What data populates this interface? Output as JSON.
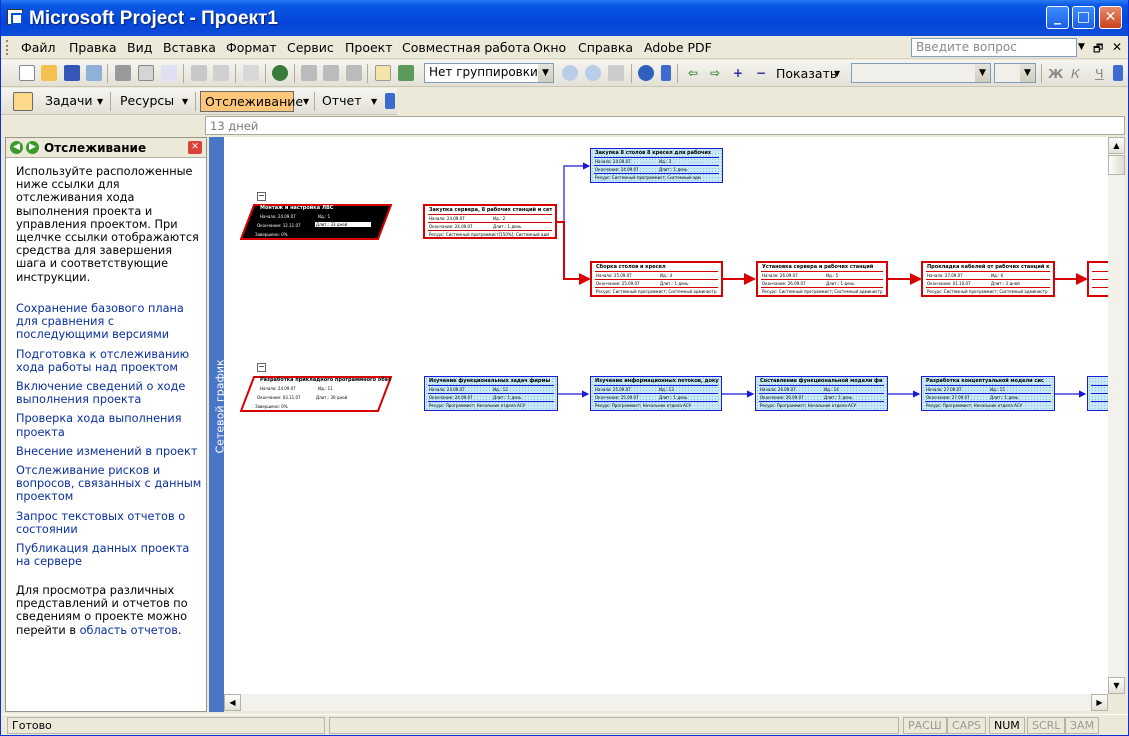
{
  "window": {
    "title": "Microsoft Project - Проект1"
  },
  "menu": [
    "Файл",
    "Правка",
    "Вид",
    "Вставка",
    "Формат",
    "Сервис",
    "Проект",
    "Совместная работа",
    "Окно",
    "Справка",
    "Adobe PDF"
  ],
  "ask": {
    "placeholder": "Введите вопрос"
  },
  "toolbar": {
    "grouping": "Нет группировки",
    "show": "Показать"
  },
  "guide": {
    "tasks": "Задачи",
    "resources": "Ресурсы",
    "tracking": "Отслеживание",
    "report": "Отчет"
  },
  "formula": {
    "value": "13 дней"
  },
  "pane": {
    "title": "Отслеживание",
    "intro": "Используйте расположенные ниже ссылки для отслеживания хода выполнения проекта и управления проектом. При щелчке ссылки отображаются средства для завершения шага и соответствующие инструкции.",
    "links": [
      "Сохранение базового плана для сравнения с последующими версиями",
      "Подготовка к отслеживанию хода работы над проектом",
      "Включение сведений о ходе выполнения проекта",
      "Проверка хода выполнения проекта",
      "Внесение изменений в проект",
      "Отслеживание рисков и вопросов, связанных с данным проектом",
      "Запрос текстовых отчетов о состоянии",
      "Публикация данных проекта на сервере"
    ],
    "outro_text": "Для просмотра различных представлений и отчетов по сведениям о проекте можно перейти в",
    "outro_link": "область отчетов",
    "outro_end": "."
  },
  "view": {
    "label": "Сетевой график"
  },
  "network": {
    "summary1": {
      "name": "Монтаж и настройка ЛВС",
      "start": "Начало: 24.09.07",
      "id": "Ид.: 1",
      "finish": "Окончание: 12.11.07",
      "dur": "Длит.: 33 дней",
      "done": "Завершено: 0%"
    },
    "summary2": {
      "name": "Разработка прикладного программного обес",
      "start": "Начало: 24.09.07",
      "id": "Ид.: 11",
      "finish": "Окончание: 03.11.07",
      "dur": "Длит.: 30 дней",
      "done": "Завершено: 0%"
    },
    "nodes": [
      {
        "name": "Закупка сервера, 8 рабочих станций и сет",
        "start": "Начало: 24.09.07",
        "id": "Ид.: 2",
        "finish": "Окончание: 24.09.07",
        "dur": "Длит.: 1 день",
        "res": "Ресурс: Системный программист[150%]; Системный адм"
      },
      {
        "name": "Закупка 8 столов 8 кресел для рабочих",
        "start": "Начало: 24.09.07",
        "id": "Ид.: 3",
        "finish": "Окончание: 24.09.07",
        "dur": "Длит.: 1 день",
        "res": "Ресурс: Системный программист; Системный адм"
      },
      {
        "name": "Сборка столов и кресел",
        "start": "Начало: 25.09.07",
        "id": "Ид.: 4",
        "finish": "Окончание: 25.09.07",
        "dur": "Длит.: 1 день",
        "res": "Ресурс: Системный программист; Системный администр"
      },
      {
        "name": "Установка сервера и рабочих станций",
        "start": "Начало: 26.09.07",
        "id": "Ид.: 5",
        "finish": "Окончание: 26.09.07",
        "dur": "Длит.: 1 день",
        "res": "Ресурс: Системный программист; Системный администр"
      },
      {
        "name": "Прокладка кабелей от рабочих станций к",
        "start": "Начало: 27.09.07",
        "id": "Ид.: 6",
        "finish": "Окончание: 01.10.07",
        "dur": "Длит.: 3 дней",
        "res": "Ресурс: Системный программист; Системный администр"
      },
      {
        "name": "Изучение функциональных задач фирмы",
        "start": "Начало: 24.09.07",
        "id": "Ид.: 12",
        "finish": "Окончание: 24.09.07",
        "dur": "Длит.: 1 день",
        "res": "Ресурс: Программист; Начальник отдела АСУ"
      },
      {
        "name": "Изучение информационных потоков, доку",
        "start": "Начало: 25.09.07",
        "id": "Ид.: 13",
        "finish": "Окончание: 25.09.07",
        "dur": "Длит.: 1 день",
        "res": "Ресурс: Программист; Начальник отдела АСУ"
      },
      {
        "name": "Составление функциональной модели фи",
        "start": "Начало: 26.09.07",
        "id": "Ид.: 14",
        "finish": "Окончание: 26.09.07",
        "dur": "Длит.: 1 день",
        "res": "Ресурс: Программист; Начальник отдела АСУ"
      },
      {
        "name": "Разработка концептуальной модели сис",
        "start": "Начало: 27.09.07",
        "id": "Ид.: 15",
        "finish": "Окончание: 27.09.07",
        "dur": "Длит.: 1 день",
        "res": "Ресурс: Программист; Начальник отдела АСУ"
      }
    ]
  },
  "status": {
    "ready": "Готово",
    "ext": "РАСШ",
    "caps": "CAPS",
    "num": "NUM",
    "scrl": "SCRL",
    "ovr": "ЗАМ"
  }
}
